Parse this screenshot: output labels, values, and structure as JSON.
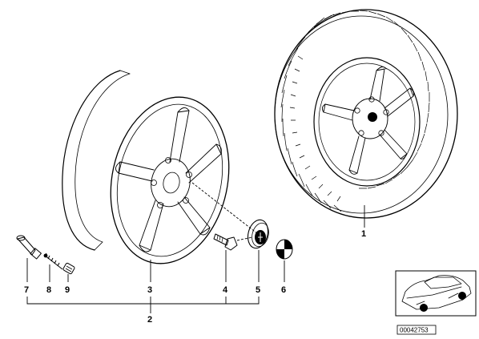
{
  "diagram": {
    "callouts": {
      "c1": "1",
      "c2": "2",
      "c3": "3",
      "c4": "4",
      "c5": "5",
      "c6": "6",
      "c7": "7",
      "c8": "8",
      "c9": "9"
    },
    "document_number": "00042753"
  }
}
